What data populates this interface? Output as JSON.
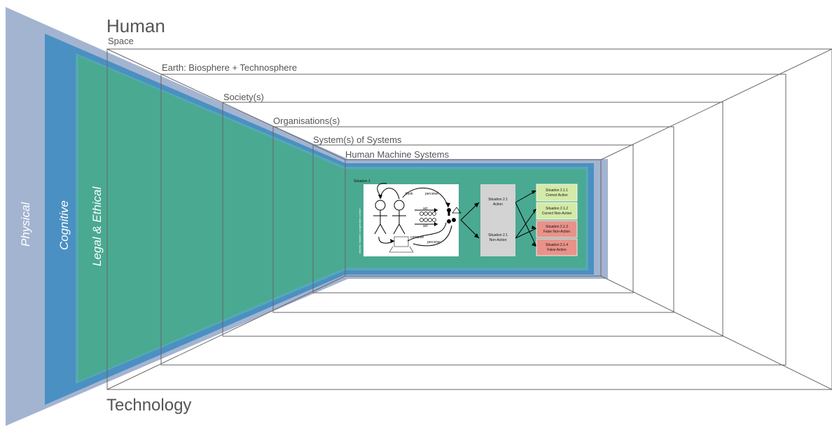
{
  "axis": {
    "top": "Human",
    "bottom": "Technology"
  },
  "layers": [
    "Space",
    "Earth: Biosphere + Technosphere",
    "Society(s)",
    "Organisations(s)",
    "System(s) of Systems",
    "Human Machine Systems"
  ],
  "dimensions": {
    "physical": "Physical",
    "cognitive": "Cognitive",
    "legal": "Legal & Ethical"
  },
  "situation": {
    "title": "Situation 1",
    "side_label": "shared / traded / cooperative control",
    "arrows": {
      "think": "think",
      "perceive_top": "perceive",
      "act_1": "act",
      "act_2": "act",
      "compute": "compute",
      "perceive_bottom": "perceive"
    }
  },
  "outcomes": {
    "s21_action": [
      "Situation 2.1",
      "Action"
    ],
    "s21_nonaction": [
      "Situation 2.1",
      "Non-Action"
    ],
    "s211": [
      "Situation 2.1.1",
      "Correct Action"
    ],
    "s212": [
      "Situation 2.1.2",
      "Correct Non-Action"
    ],
    "s213": [
      "Situation 2.1.3",
      "False Non-Action"
    ],
    "s214": [
      "Situation 2.1.4",
      "False Action"
    ]
  },
  "colors": {
    "physical": "#a3b4d1",
    "cognitive": "#4a90c2",
    "legal": "#4aa991",
    "correct": "#d4eaa8",
    "false": "#e9928a",
    "grey_box": "#d3d3d3"
  }
}
